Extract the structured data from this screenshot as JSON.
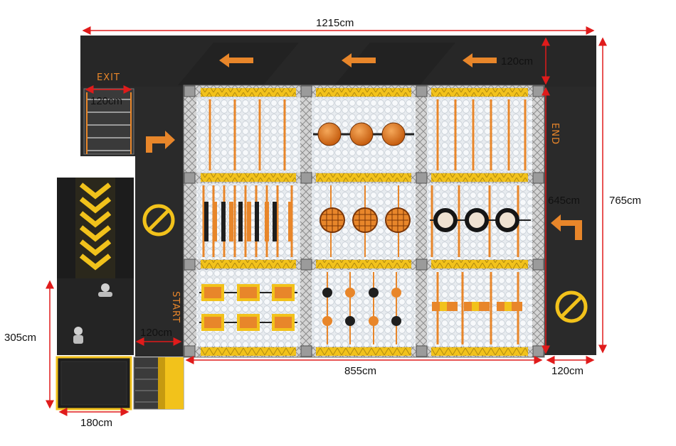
{
  "labels": {
    "exit": "EXIT",
    "start": "START",
    "end": "END"
  },
  "dimensions": {
    "total_length": "1215cm",
    "total_width": "765cm",
    "course_length": "855cm",
    "right_aisle": "120cm",
    "top_aisle": "120cm",
    "exit_aisle": "120cm",
    "start_aisle": "120cm",
    "course_width": "645cm",
    "side_height": "305cm",
    "side_width": "180cm"
  },
  "colors": {
    "floor": "#2b2b2b",
    "arrow": "#e8862a",
    "dimension_line": "#e01b1b",
    "frame_yellow": "#f2c21b",
    "orange": "#e8862a",
    "truss": "#c8c8c8",
    "ball_pit": "#e9edf1"
  },
  "icons": [
    "arrow-left-icon",
    "arrow-turn-right-icon",
    "arrow-turn-up-icon",
    "no-entry-icon",
    "chevron-down-icon",
    "person-icon"
  ]
}
